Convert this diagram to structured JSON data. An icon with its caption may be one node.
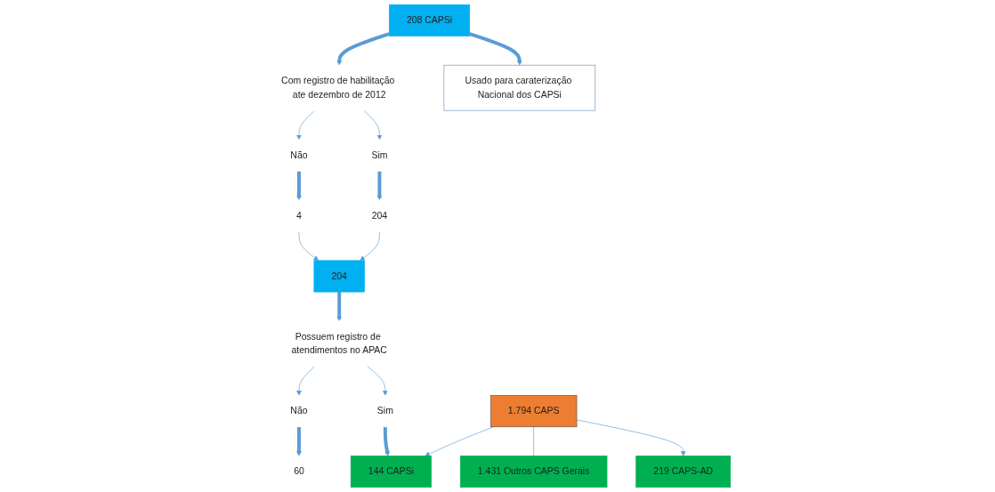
{
  "diagram": {
    "nodes": [
      {
        "text": [
          "208 CAPSi"
        ]
      },
      {
        "text": [
          "Usado para caraterização Nacional dos CAPSi"
        ]
      },
      {
        "text": [
          "Com registro de habilitação ate dezembro de 2012"
        ]
      },
      {
        "text": [
          "Sim"
        ]
      },
      {
        "text": [
          "Não"
        ]
      },
      {
        "text": [
          "204"
        ]
      },
      {
        "text": [
          "204"
        ]
      },
      {
        "text": [
          "4"
        ]
      },
      {
        "text": [
          "Possuem registro de atendimentos no APAC"
        ]
      },
      {
        "text": [
          "Sim"
        ]
      },
      {
        "text": [
          "Não"
        ]
      },
      {
        "text": [
          "60"
        ]
      },
      {
        "text": [
          "1.794 CAPS"
        ]
      },
      {
        "text": [
          "219 CAPS-AD"
        ]
      },
      {
        "text": [
          "1.431 Outros CAPS Gerais"
        ]
      },
      {
        "text": [
          "144 CAPSi"
        ]
      }
    ],
    "edges": [
      {
        "from": 0,
        "to": 1,
        "arrow": "to",
        "style": "thick"
      },
      {
        "from": 0,
        "to": 2,
        "arrow": "to",
        "style": "thick"
      },
      {
        "from": 2,
        "to": 3,
        "arrow": "to"
      },
      {
        "from": 2,
        "to": 4,
        "arrow": "to"
      },
      {
        "from": 3,
        "to": 5,
        "arrow": "to",
        "style": "thick"
      },
      {
        "from": 4,
        "to": 7,
        "arrow": "to",
        "style": "thick"
      },
      {
        "from": 5,
        "to": 6,
        "arrow": "to"
      },
      {
        "from": 7,
        "to": 6,
        "arrow": "to"
      },
      {
        "from": 6,
        "to": 8,
        "arrow": "to",
        "style": "thick"
      },
      {
        "from": 8,
        "to": 9,
        "arrow": "to"
      },
      {
        "from": 8,
        "to": 10,
        "arrow": "to"
      },
      {
        "from": 9,
        "to": 15,
        "arrow": "to",
        "style": "thick"
      },
      {
        "from": 10,
        "to": 11,
        "arrow": "to",
        "style": "thick"
      },
      {
        "from": 12,
        "to": 13,
        "arrow": "to"
      },
      {
        "from": 12,
        "to": 14,
        "arrow": "none"
      },
      {
        "from": 12,
        "to": 15,
        "arrow": "to"
      }
    ]
  }
}
